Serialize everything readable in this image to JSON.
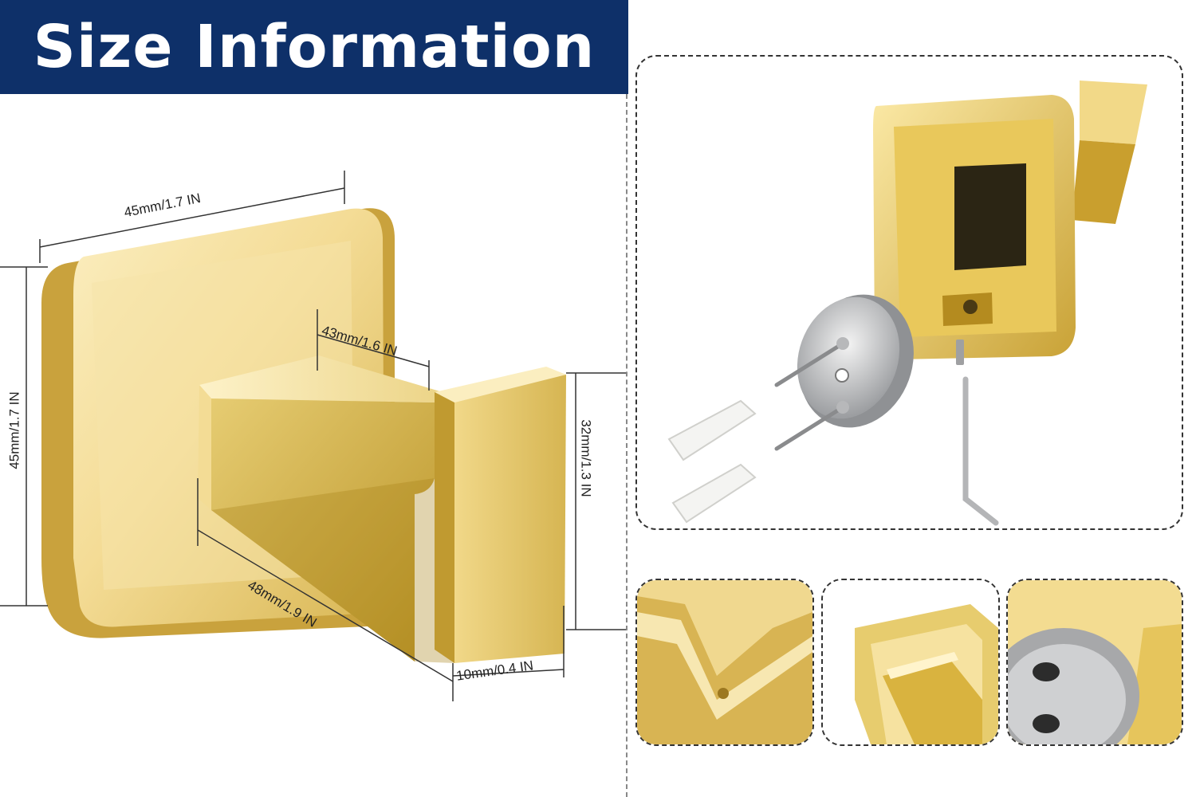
{
  "banner": {
    "title": "Size Information",
    "background_color": "#0e3069",
    "text_color": "#ffffff"
  },
  "dimensions": {
    "base_width": "45mm/1.7 IN",
    "base_height": "45mm/1.7 IN",
    "hook_width": "43mm/1.6 IN",
    "hook_height": "32mm/1.3 IN",
    "hook_depth": "48mm/1.9 IN",
    "hook_thickness": "10mm/0.4 IN"
  },
  "colors": {
    "gold_light": "#f7e3a4",
    "gold_mid": "#e2c45e",
    "gold_dark": "#a07a16",
    "steel": "#c9cacc"
  },
  "icons": {
    "main_product": "gold-square-towel-hook",
    "parts": [
      "hook-body",
      "mounting-plate",
      "wall-screws",
      "wall-anchors",
      "set-screw",
      "hex-key"
    ],
    "details": [
      "hook-tip-closeup",
      "hook-base-joint-closeup",
      "mounting-plate-closeup"
    ]
  }
}
